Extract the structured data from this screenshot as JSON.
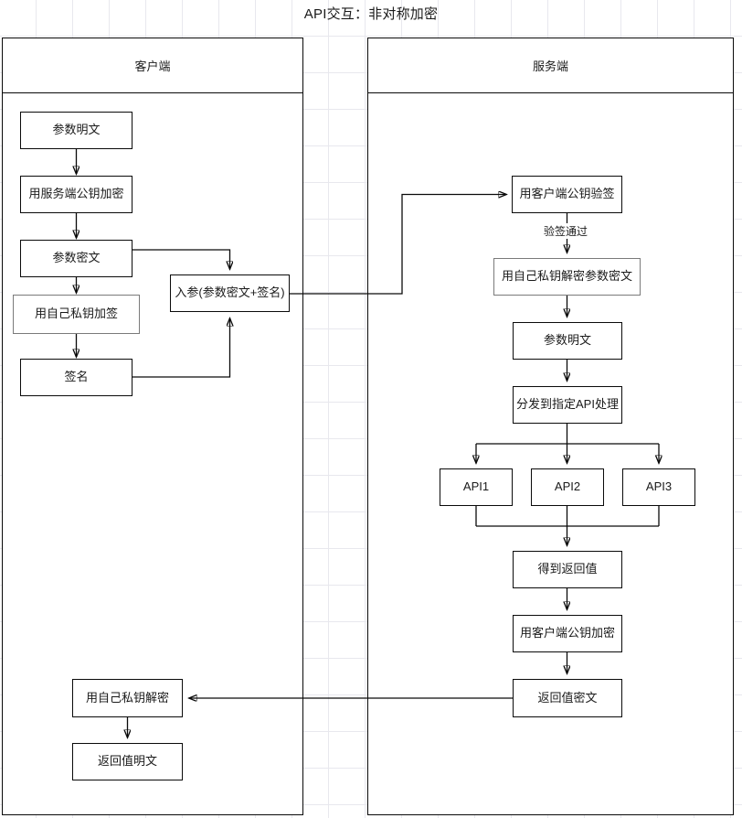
{
  "title": "API交互：非对称加密",
  "pools": {
    "client": {
      "header": "客户端"
    },
    "server": {
      "header": "服务端"
    }
  },
  "nodes": {
    "client": [
      {
        "id": "param-plaintext",
        "label": "参数明文"
      },
      {
        "id": "encrypt-with-server-pubkey",
        "label": "用服务端公钥加密"
      },
      {
        "id": "param-ciphertext",
        "label": "参数密文"
      },
      {
        "id": "sign-with-own-privkey",
        "label": "用自己私钥加签"
      },
      {
        "id": "signature",
        "label": "签名"
      },
      {
        "id": "request-params",
        "label": "入参(参数密文+签名)"
      },
      {
        "id": "decrypt-with-own-privkey",
        "label": "用自己私钥解密"
      },
      {
        "id": "return-plaintext",
        "label": "返回值明文"
      }
    ],
    "server": [
      {
        "id": "verify-with-client-pubkey",
        "label": "用客户端公钥验签"
      },
      {
        "id": "decrypt-params-with-own-privkey",
        "label": "用自己私钥解密参数密文"
      },
      {
        "id": "server-param-plaintext",
        "label": "参数明文"
      },
      {
        "id": "dispatch-to-api",
        "label": "分发到指定API处理"
      },
      {
        "id": "api1",
        "label": "API1"
      },
      {
        "id": "api2",
        "label": "API2"
      },
      {
        "id": "api3",
        "label": "API3"
      },
      {
        "id": "get-return-value",
        "label": "得到返回值"
      },
      {
        "id": "encrypt-with-client-pubkey",
        "label": "用客户端公钥加密"
      },
      {
        "id": "return-ciphertext",
        "label": "返回值密文"
      }
    ]
  },
  "edge_labels": [
    {
      "id": "verify-passed",
      "label": "验签通过"
    }
  ],
  "colors": {
    "stroke": "#0a0a0a",
    "gray_stroke": "#7a7a7a",
    "grid": "#e8e8ee",
    "background": "#ffffff",
    "text": "#1a1a1a"
  }
}
